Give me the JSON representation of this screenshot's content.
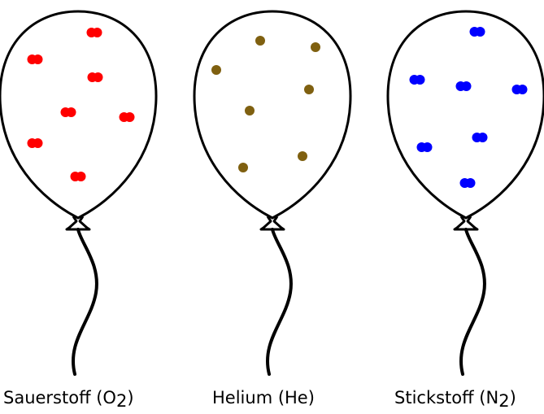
{
  "balloons": [
    {
      "caption_main": "Sauerstoff (O",
      "caption_sub": "2",
      "caption_end": ")",
      "molecule": "diatomic",
      "color": "#ff0000",
      "particle_count": 7
    },
    {
      "caption_main": "Helium (He)",
      "caption_sub": "",
      "caption_end": "",
      "molecule": "monatomic",
      "color": "#7f6010",
      "particle_count": 7
    },
    {
      "caption_main": "Stickstoff (N",
      "caption_sub": "2",
      "caption_end": ")",
      "molecule": "diatomic",
      "color": "#0000ff",
      "particle_count": 7
    }
  ]
}
